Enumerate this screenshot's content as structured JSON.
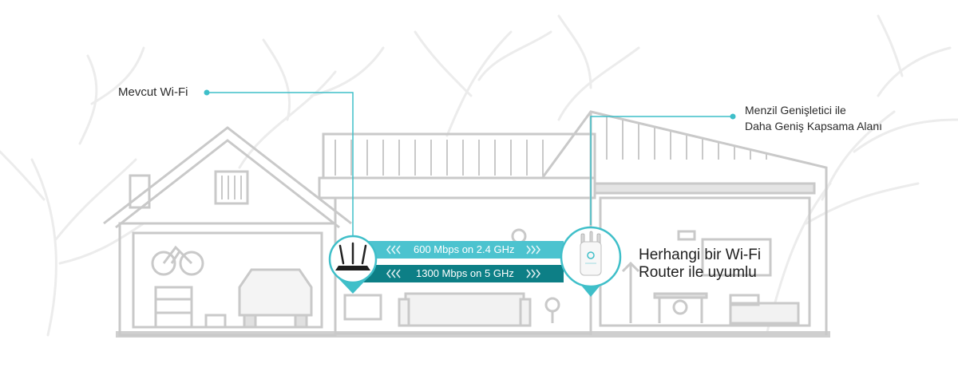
{
  "labels": {
    "existing_wifi": "Mevcut Wi-Fi",
    "extender_line1": "Menzil Genişletici ile",
    "extender_line2": "Daha Geniş Kapsama Alanı",
    "compat_line1": "Herhangi bir Wi-Fi",
    "compat_line2": "Router ile uyumlu"
  },
  "bands": {
    "band_24": "600 Mbps on 2.4 GHz",
    "band_5": "1300 Mbps on 5 GHz"
  },
  "colors": {
    "accent": "#3fbfc9",
    "band_24": "#4cc3cf",
    "band_5": "#0d7f86",
    "outline": "#c9c9c9",
    "tree": "#ececec",
    "text": "#2b2b2b"
  },
  "icons": {
    "router": "router-icon",
    "extender": "range-extender-icon"
  }
}
